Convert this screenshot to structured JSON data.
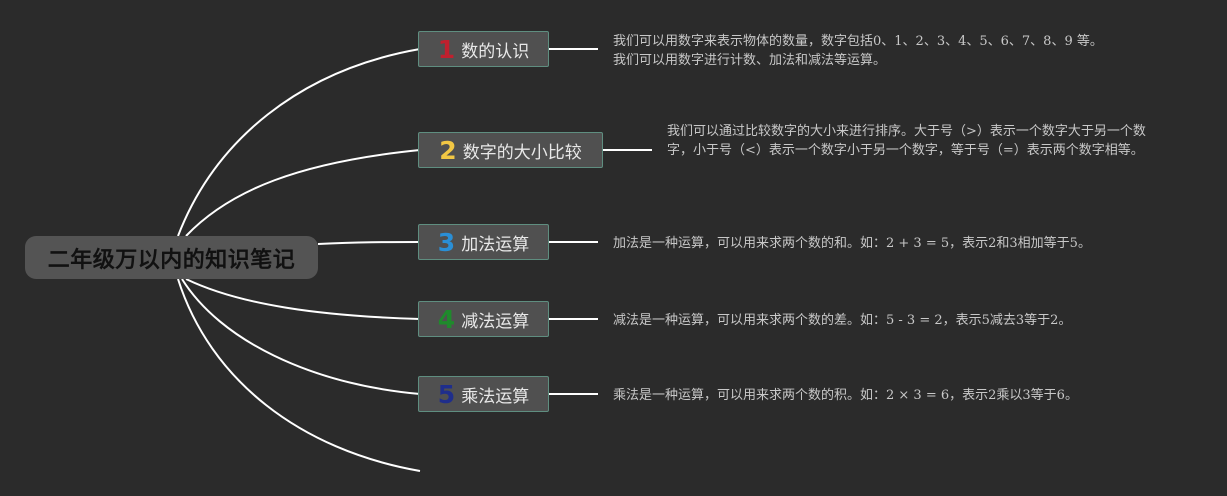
{
  "root": {
    "label": "二年级万以内的知识笔记"
  },
  "topics": [
    {
      "number": "1",
      "label": "数的认识",
      "color": "#c0202e",
      "note": "我们可以用数字来表示物体的数量，数字包括0、1、2、3、4、5、6、7、8、9 等。我们可以用数字进行计数、加法和减法等运算。"
    },
    {
      "number": "2",
      "label": "数字的大小比较",
      "color": "#f2c744",
      "note": "我们可以通过比较数字的大小来进行排序。大于号（>）表示一个数字大于另一个数字，小于号（<）表示一个数字小于另一个数字，等于号（=）表示两个数字相等。"
    },
    {
      "number": "3",
      "label": "加法运算",
      "color": "#2a8fd6",
      "note": "加法是一种运算，可以用来求两个数的和。如：2 + 3 = 5，表示2和3相加等于5。"
    },
    {
      "number": "4",
      "label": "减法运算",
      "color": "#1f8a2c",
      "note": "减法是一种运算，可以用来求两个数的差。如：5 - 3 = 2，表示5减去3等于2。"
    },
    {
      "number": "5",
      "label": "乘法运算",
      "color": "#1f2e8c",
      "note": "乘法是一种运算，可以用来求两个数的积。如：2 × 3 = 6，表示2乘以3等于6。"
    }
  ],
  "colors": {
    "background": "#2b2b2b",
    "line": "#ffffff",
    "topic_border": "#5f8e80"
  }
}
